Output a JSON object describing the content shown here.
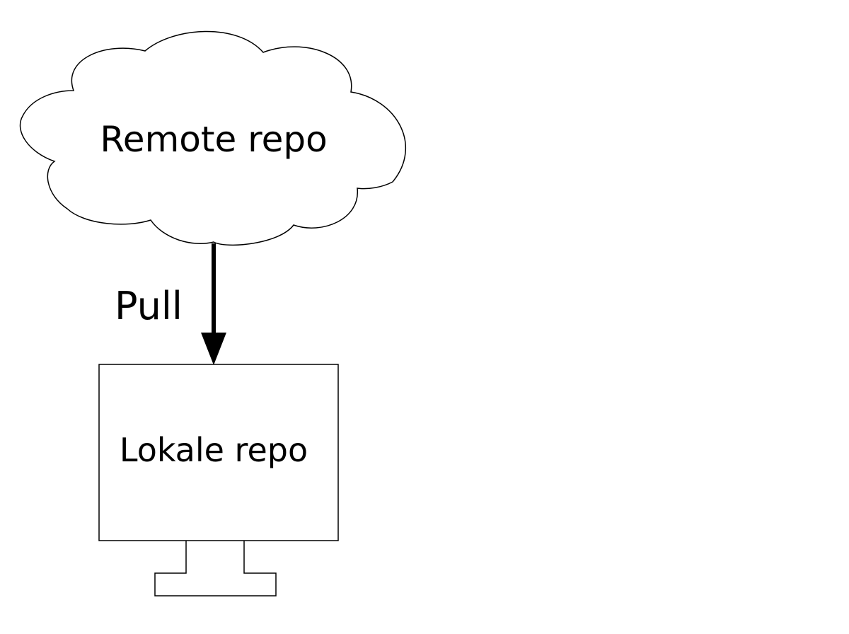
{
  "remote": {
    "label": "Remote repo"
  },
  "arrow": {
    "label": "Pull"
  },
  "local": {
    "label": "Lokale repo"
  },
  "colors": {
    "stroke": "#000000",
    "background": "#ffffff"
  },
  "icons": {
    "remote": "cloud-icon",
    "local": "monitor-icon"
  }
}
